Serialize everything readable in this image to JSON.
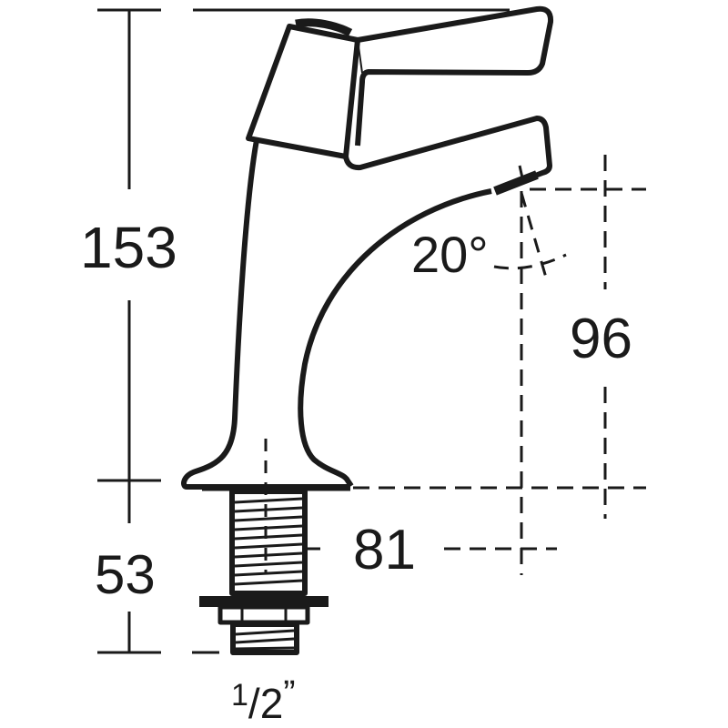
{
  "diagram": {
    "subject": "Basin pillar tap technical drawing",
    "units": "mm",
    "line_color": "#1a1a1a",
    "background": "#ffffff",
    "dimensions": {
      "overall_height": "153",
      "tail_length": "53",
      "spout_height": "96",
      "spout_reach": "81",
      "spout_angle": "20°",
      "thread_size": "1/2”"
    },
    "thread_size_display": {
      "numerator": "1",
      "denominator": "2",
      "suffix": "”"
    }
  }
}
